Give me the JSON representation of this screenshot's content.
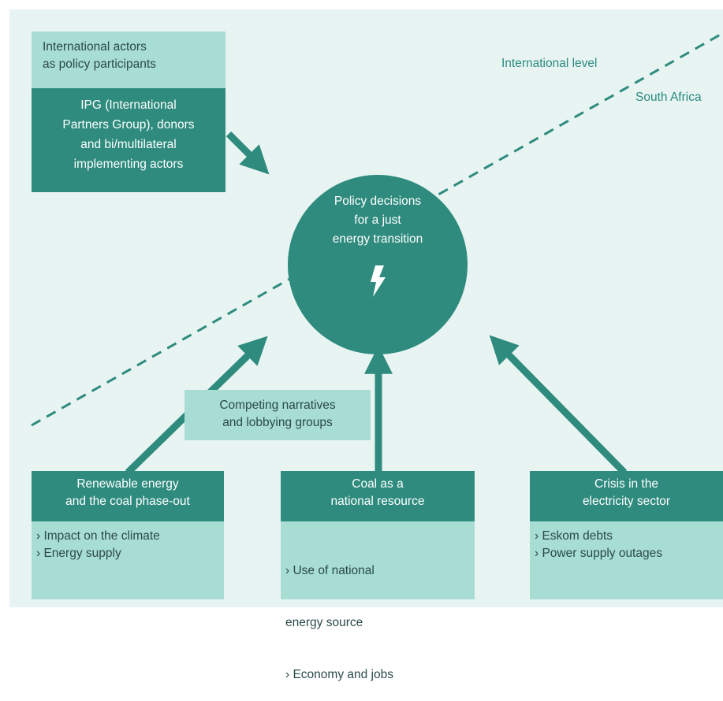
{
  "levels": {
    "international": "International level",
    "national": "South Africa"
  },
  "international_actors": {
    "title_line1": "International actors",
    "title_line2": "as policy participants",
    "body_lines": [
      "IPG (International",
      "Partners Group), donors",
      "and bi/multilateral",
      "implementing actors"
    ]
  },
  "center": {
    "lines": [
      "Policy decisions",
      "for a just",
      "energy transition"
    ],
    "icon": "lightning-bolt-icon"
  },
  "narratives": {
    "line1": "Competing narratives",
    "line2": "and lobbying groups"
  },
  "factors": [
    {
      "title_lines": [
        "Renewable energy",
        "and the coal phase-out"
      ],
      "bullets": [
        "› Impact on the climate",
        "› Energy supply"
      ]
    },
    {
      "title_lines": [
        "Coal as a",
        "national resource"
      ],
      "bullets": [
        "› Use of national",
        "  energy source",
        "› Economy and jobs"
      ]
    },
    {
      "title_lines": [
        "Crisis in the",
        "electricity sector"
      ],
      "bullets": [
        "› Eskom debts",
        "› Power supply outages"
      ]
    }
  ],
  "colors": {
    "background": "#e8f4f2",
    "dark_teal": "#2e8b7e",
    "light_teal": "#a8ddd3",
    "level_text": "#2a8a80"
  }
}
